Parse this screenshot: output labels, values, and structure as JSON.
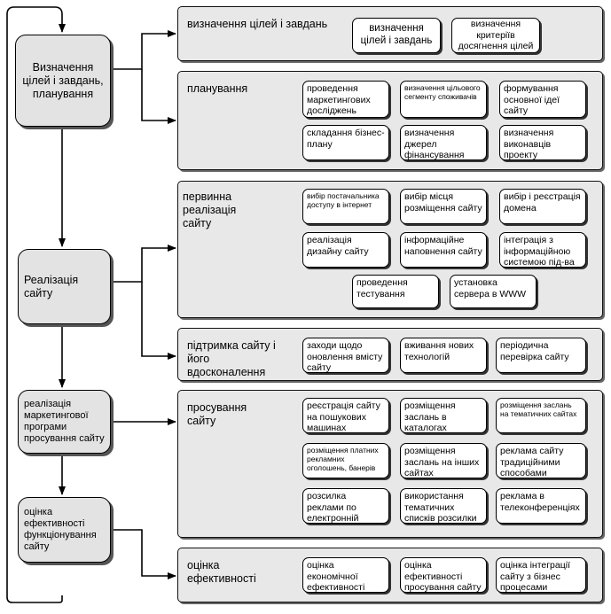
{
  "stages": [
    {
      "id": "s1",
      "label": "Визначення цілей і завдань, планування"
    },
    {
      "id": "s2",
      "label": "Реалізація сайту"
    },
    {
      "id": "s3",
      "label": "реалізація маркетингової програми просування сайту"
    },
    {
      "id": "s4",
      "label": "оцінка ефективності функціонування сайту"
    }
  ],
  "panels": [
    {
      "id": "p1",
      "title": "визначення цілей і завдань",
      "items": [
        "визначення цілей і завдань",
        "визначення критеріїв досягнення цілей"
      ]
    },
    {
      "id": "p2",
      "title": "планування",
      "items": [
        "проведення маркетингових досліджень",
        "визначення цільового сегменту споживачів",
        "формування основної ідеї сайту",
        "складання бізнес-плану",
        "визначення джерел фінансування",
        "визначення виконавців проекту"
      ]
    },
    {
      "id": "p3",
      "title": "первинна реалізація сайту",
      "items": [
        "вибір постачальника доступу в інтернет",
        "вибір місця розміщення сайту",
        "вибір і реєстрація домена",
        "реалізація дизайну сайту",
        "інформаційне наповнення сайту",
        "інтеграція з інформаційною системою під-ва",
        "проведення тестування",
        "установка сервера в WWW"
      ]
    },
    {
      "id": "p4",
      "title": "підтримка сайту і його вдосконалення",
      "items": [
        "заходи щодо оновлення вмісту сайту",
        "вживання нових технологій",
        "періодична перевірка сайту"
      ]
    },
    {
      "id": "p5",
      "title": "просування сайту",
      "items": [
        "реєстрація сайту на пошукових машинах",
        "розміщення заслань в каталогах",
        "розміщення заслань на тематичних сайтах",
        "розміщення платних рекламних оголошень, банерів",
        "розміщення заслань на інших сайтах",
        "реклама сайту традиційними способами",
        "розсилка реклами по електронній пошті",
        "використання тематичних списків розсилки",
        "реклама в телеконференціях"
      ]
    },
    {
      "id": "p6",
      "title": "оцінка ефективності",
      "items": [
        "оцінка економічної ефективності",
        "оцінка ефективності просування сайту",
        "оцінка інтеграції сайту з бізнес процесами"
      ]
    }
  ]
}
